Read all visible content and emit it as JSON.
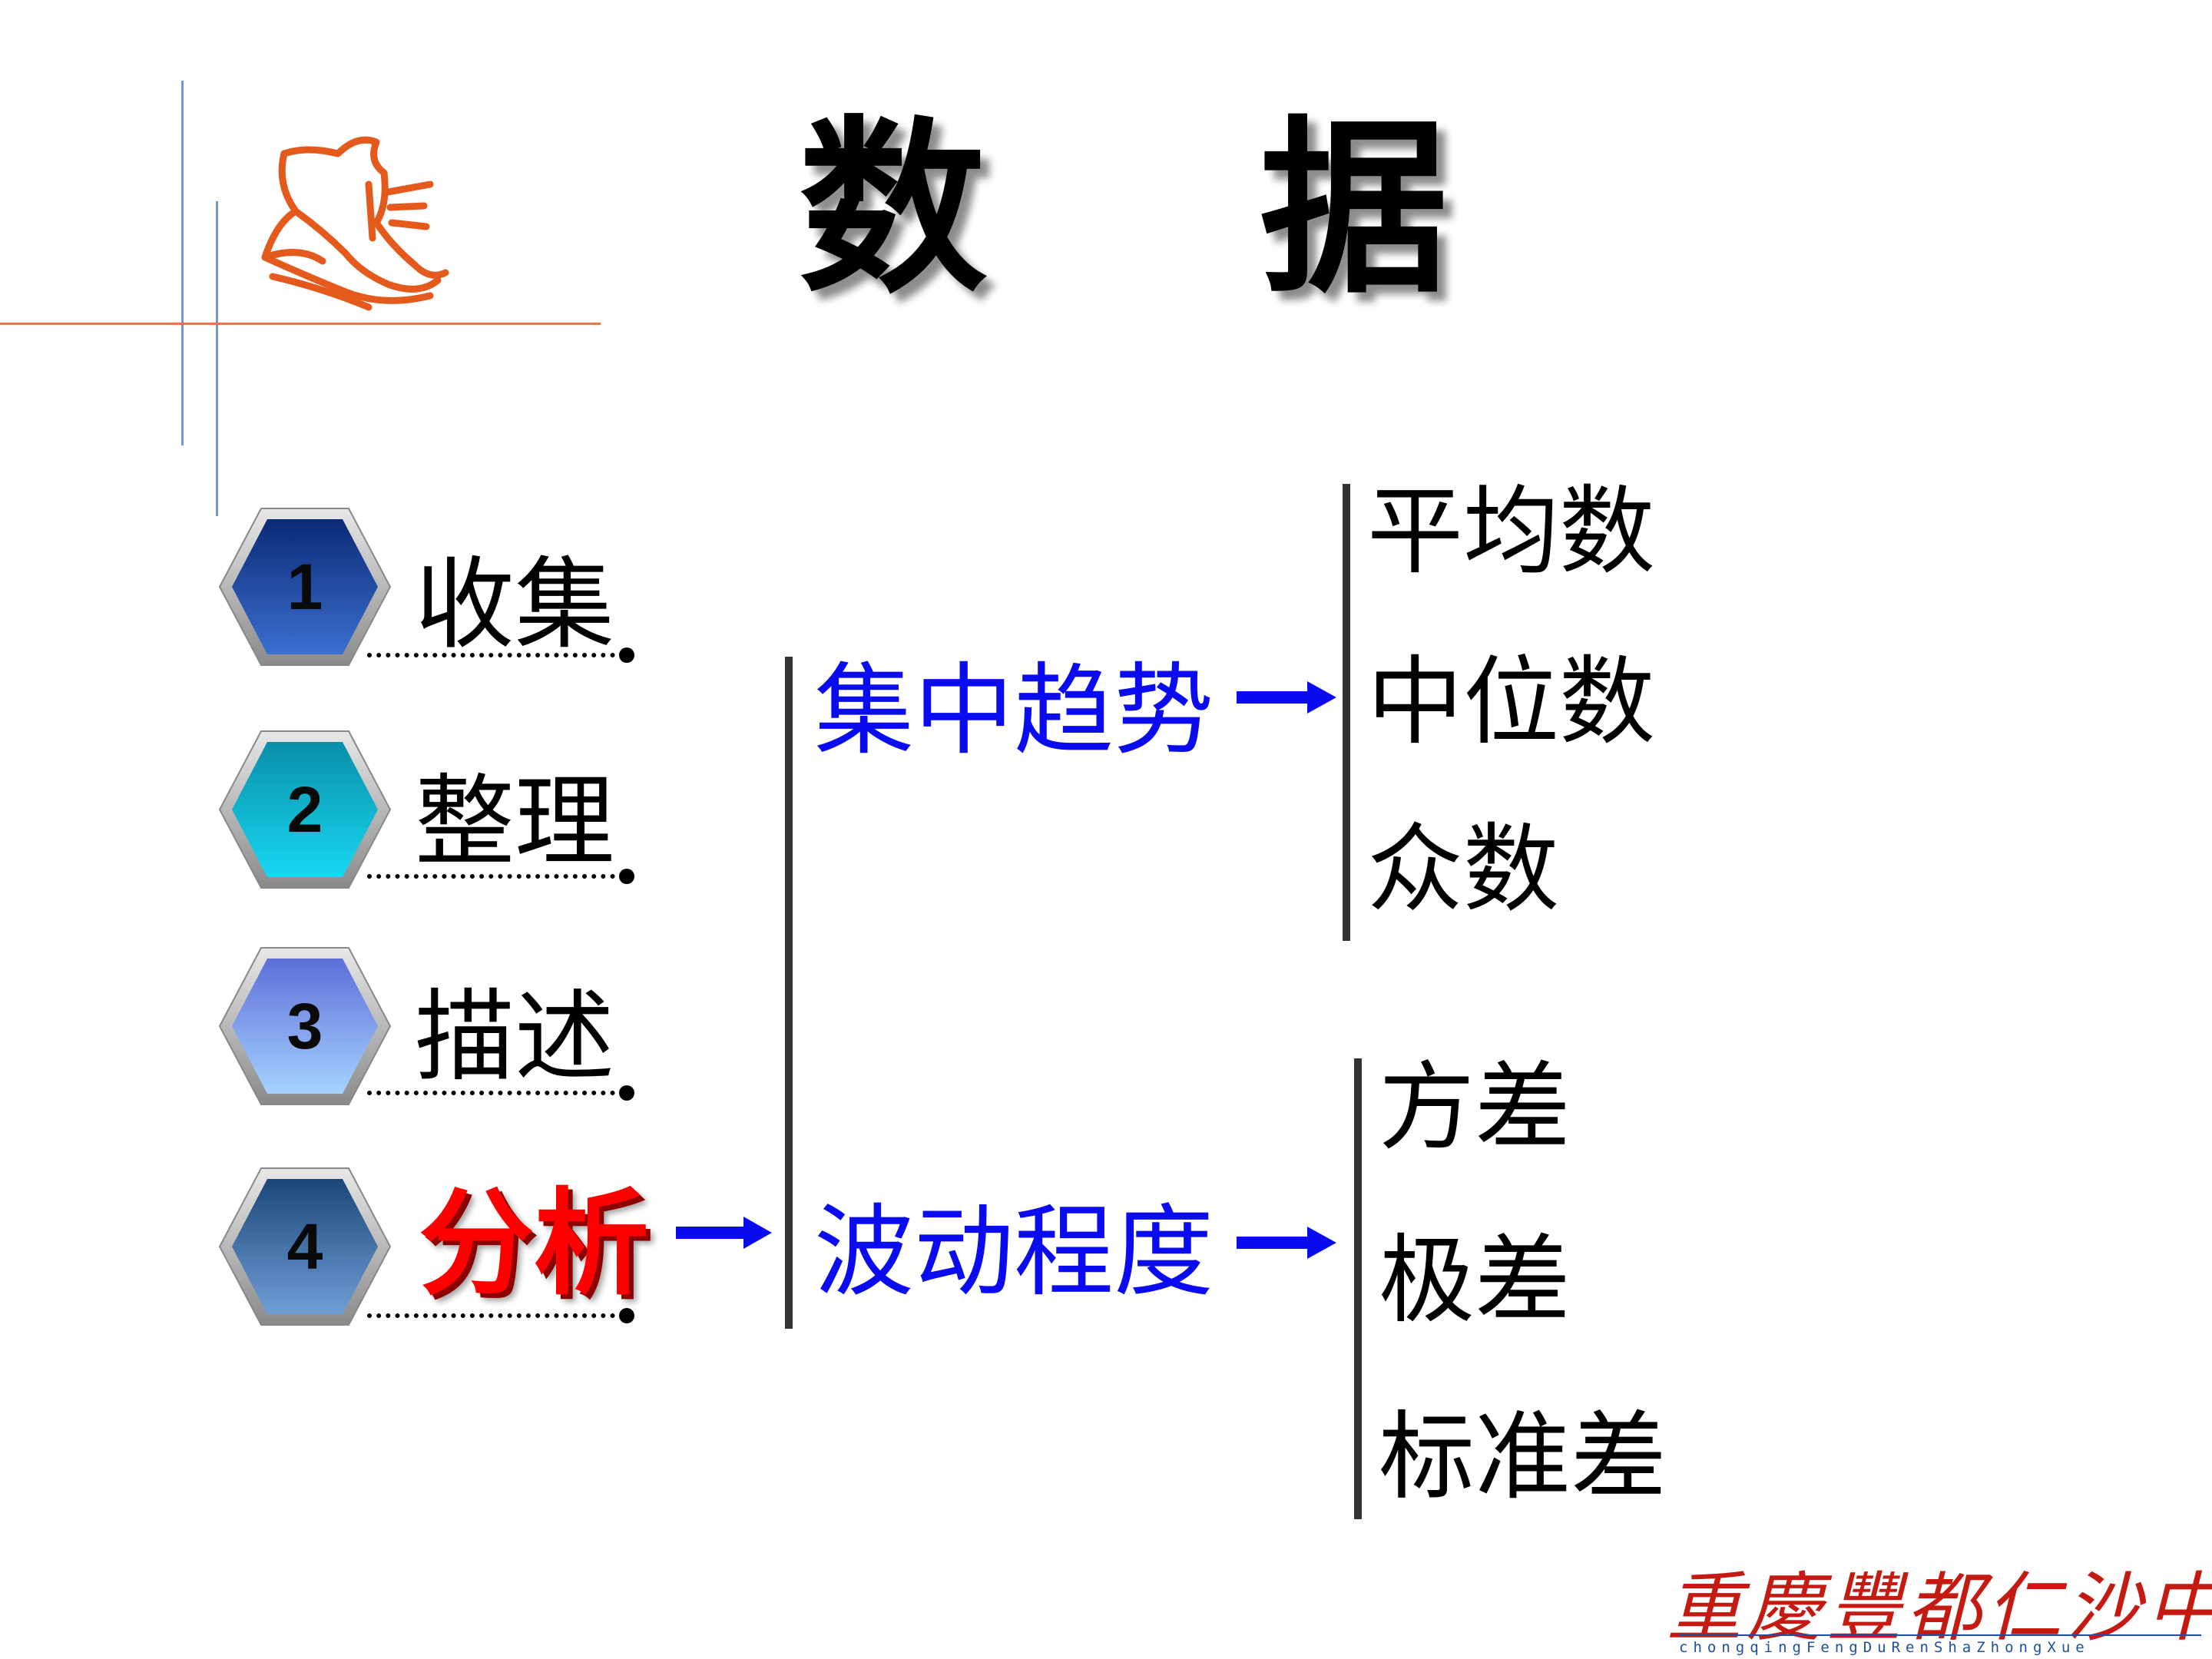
{
  "title": {
    "char1": "数",
    "char2": "据"
  },
  "steps": [
    {
      "number": "1",
      "label": "收集"
    },
    {
      "number": "2",
      "label": "整理"
    },
    {
      "number": "3",
      "label": "描述"
    },
    {
      "number": "4",
      "label": "分析"
    }
  ],
  "branches": {
    "central_tendency": {
      "label": "集中趋势",
      "items": [
        "平均数",
        "中位数",
        "众数"
      ]
    },
    "dispersion": {
      "label": "波动程度",
      "items": [
        "方差",
        "极差",
        "标准差"
      ]
    }
  },
  "logo": {
    "chinese": "重慶豐都仁沙中學",
    "pinyin": "chongqingFengDuRenShaZhongXue"
  },
  "colors": {
    "hex1": "#1a3f8f",
    "hex2": "#0fb4d6",
    "hex3": "#7c8fe6",
    "hex4": "#2b5a8c",
    "blue_text": "#0b0bf0",
    "highlight": "#ff0000",
    "frame_blue": "#6f98d6",
    "frame_orange": "#e07a4a"
  },
  "icons": {
    "corner_logo": "book-pen-icon",
    "arrow": "arrow-right-icon"
  }
}
